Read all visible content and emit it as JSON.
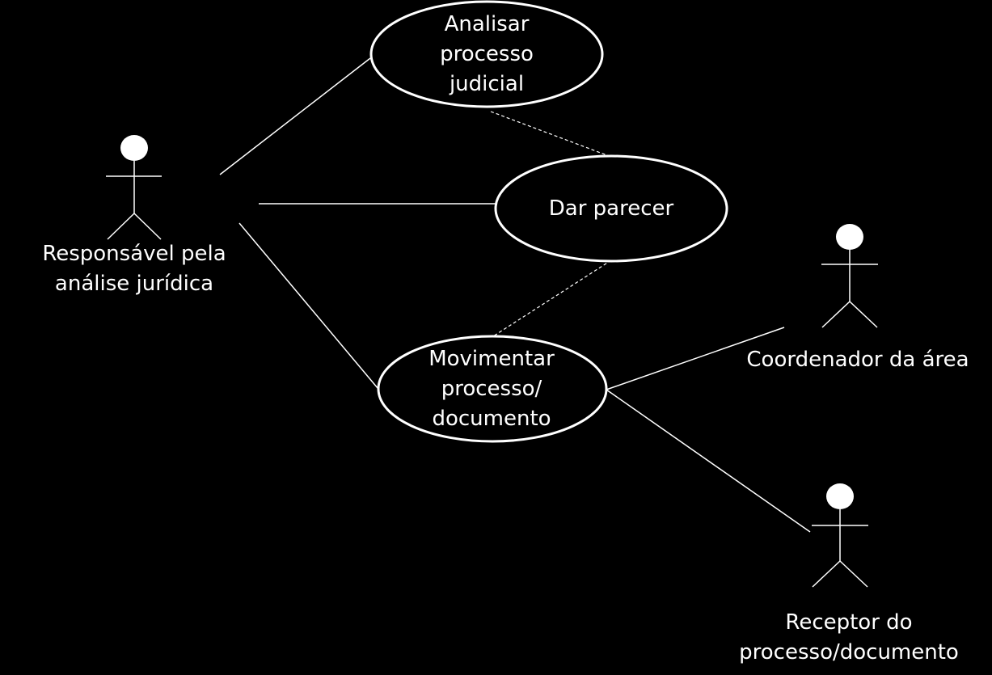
{
  "colors": {
    "background": "#000000",
    "foreground": "#ffffff"
  },
  "actors": [
    {
      "id": "responsavel",
      "icon": "stick-figure-icon",
      "lines": [
        "Responsável pela",
        "análise jurídica"
      ]
    },
    {
      "id": "coordenador",
      "icon": "stick-figure-icon",
      "lines": [
        "Coordenador da área"
      ]
    },
    {
      "id": "receptor",
      "icon": "stick-figure-icon",
      "lines": [
        "Receptor do",
        "processo/documento"
      ]
    }
  ],
  "use_cases": [
    {
      "id": "analisar",
      "lines": [
        "Analisar",
        "processo",
        "judicial"
      ]
    },
    {
      "id": "dar-parecer",
      "lines": [
        "Dar parecer"
      ]
    },
    {
      "id": "movimentar",
      "lines": [
        "Movimentar",
        "processo/",
        "documento"
      ]
    }
  ],
  "associations": [
    {
      "from": "responsavel",
      "to": "analisar",
      "style": "solid"
    },
    {
      "from": "responsavel",
      "to": "dar-parecer",
      "style": "solid"
    },
    {
      "from": "responsavel",
      "to": "movimentar",
      "style": "solid"
    },
    {
      "from": "analisar",
      "to": "dar-parecer",
      "style": "dashed"
    },
    {
      "from": "dar-parecer",
      "to": "movimentar",
      "style": "dashed"
    },
    {
      "from": "movimentar",
      "to": "coordenador",
      "style": "solid"
    },
    {
      "from": "movimentar",
      "to": "receptor",
      "style": "solid"
    }
  ]
}
